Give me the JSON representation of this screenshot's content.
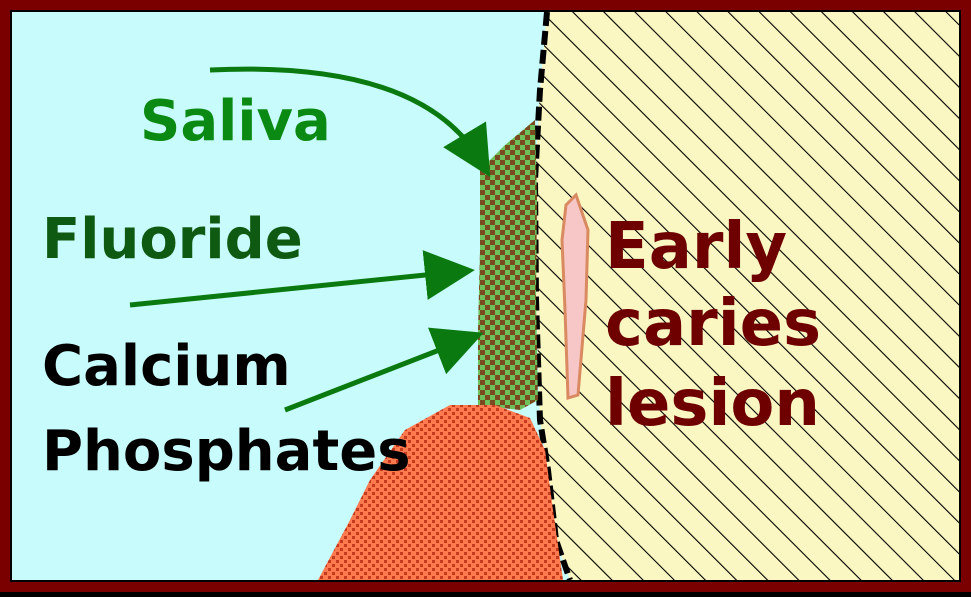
{
  "labels": {
    "saliva": "Saliva",
    "fluoride": "Fluoride",
    "calcium": "Calcium",
    "phosphates": "Phosphates",
    "lesion_line1": "Early",
    "lesion_line2": "caries",
    "lesion_line3": "lesion"
  },
  "colors": {
    "frame": "#7a0000",
    "saliva_bg": "#c8fbfb",
    "enamel_bg": "#fbf7c2",
    "hatch": "#000000",
    "arrow": "#0a7a10",
    "saliva_text": "#0a8a12",
    "fluoride_text": "#0f5a12",
    "calcium_text": "#000000",
    "lesion_text": "#6e0000",
    "pellicle_fill": "#6fbf5a",
    "pellicle_dot": "#7a4a20",
    "plaque_fill": "#ff7a4e",
    "plaque_dot": "#c83a1e",
    "lesion_fill": "#f7c6c6",
    "lesion_edge": "#d98a60"
  }
}
